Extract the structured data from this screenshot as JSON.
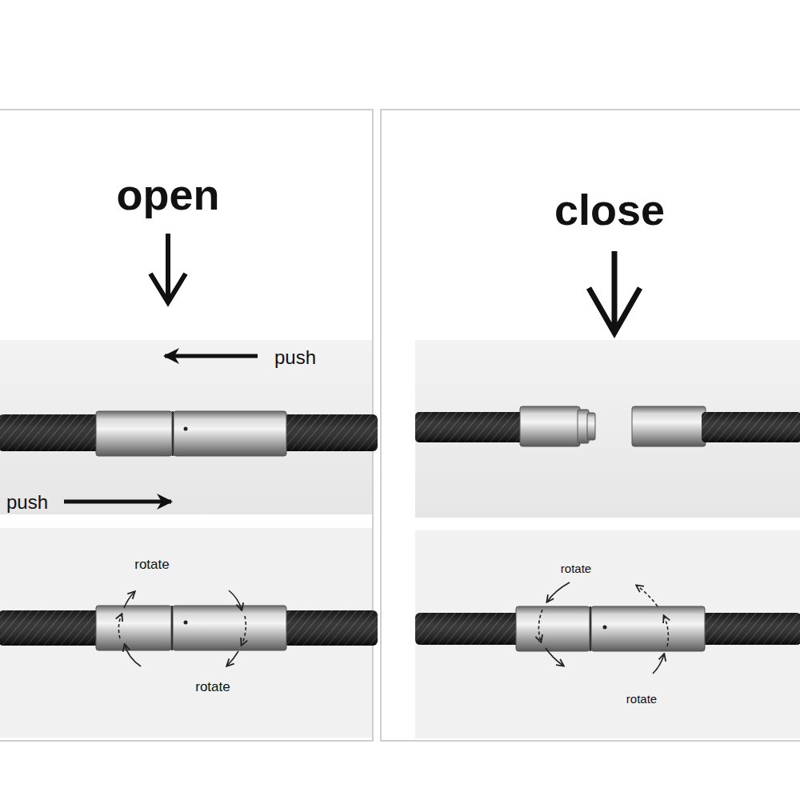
{
  "diagram": {
    "labels": [
      "open",
      "push",
      "push",
      "rotate",
      "rotate",
      "close",
      "rotate",
      "rotate"
    ]
  }
}
